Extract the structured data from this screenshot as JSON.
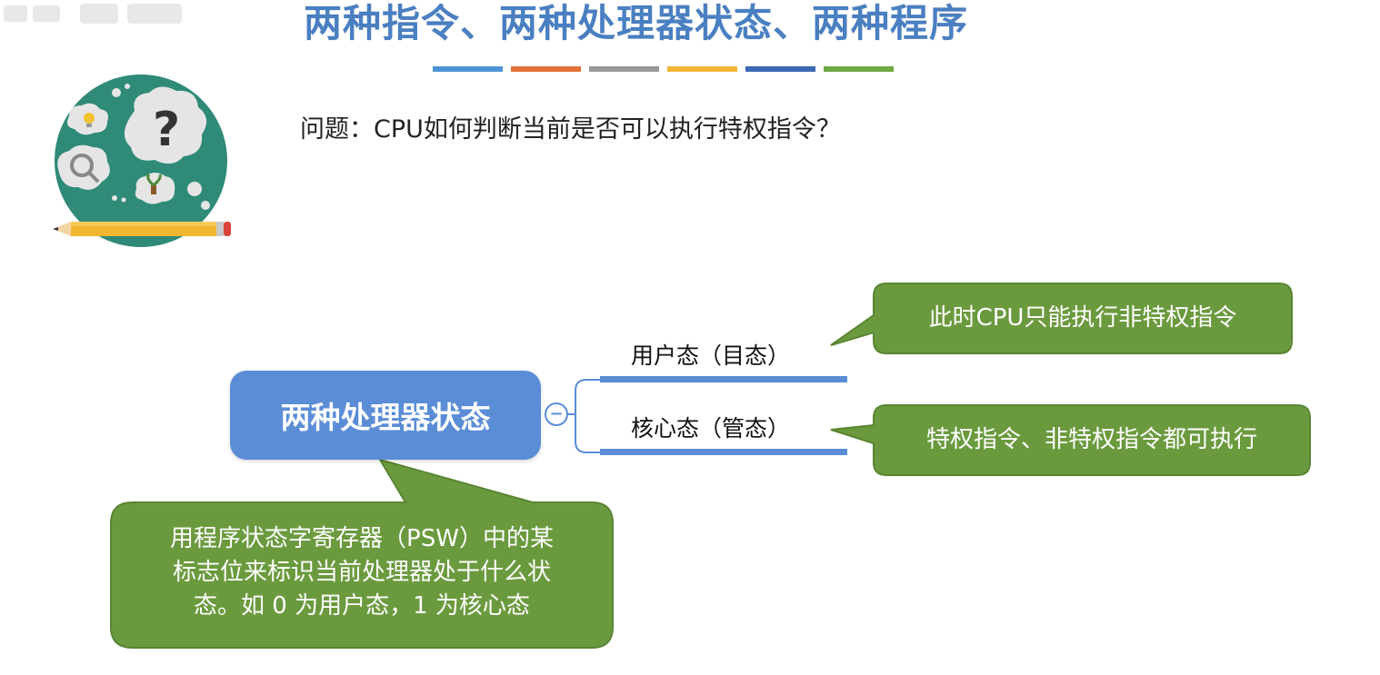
{
  "slide": {
    "title": "两种指令、两种处理器状态、两种程序",
    "question": "问题：CPU如何判断当前是否可以执行特权指令？",
    "accent_colors": [
      "#4f94d4",
      "#e1733a",
      "#9a9a9a",
      "#f0b635",
      "#3c69b3",
      "#6ea944"
    ]
  },
  "mindmap": {
    "root": "两种处理器状态",
    "branches": [
      {
        "label": "用户态（目态）",
        "note": "此时CPU只能执行非特权指令"
      },
      {
        "label": "核心态（管态）",
        "note": "特权指令、非特权指令都可执行"
      }
    ],
    "root_note_lines": [
      "用程序状态字寄存器（PSW）中的某",
      "标志位来标识当前处理器处于什么状",
      "态。如 0 为用户态，1 为核心态"
    ]
  },
  "colors": {
    "title": "#4a7fc1",
    "node": "#5b8dd6",
    "callout": "#6b9a3e",
    "callout_border": "#5a8533",
    "illustration_bg": "#2f8a78"
  },
  "icons": {
    "illustration": "thinking-bubbles-icon",
    "toggle": "collapse-minus-icon"
  }
}
